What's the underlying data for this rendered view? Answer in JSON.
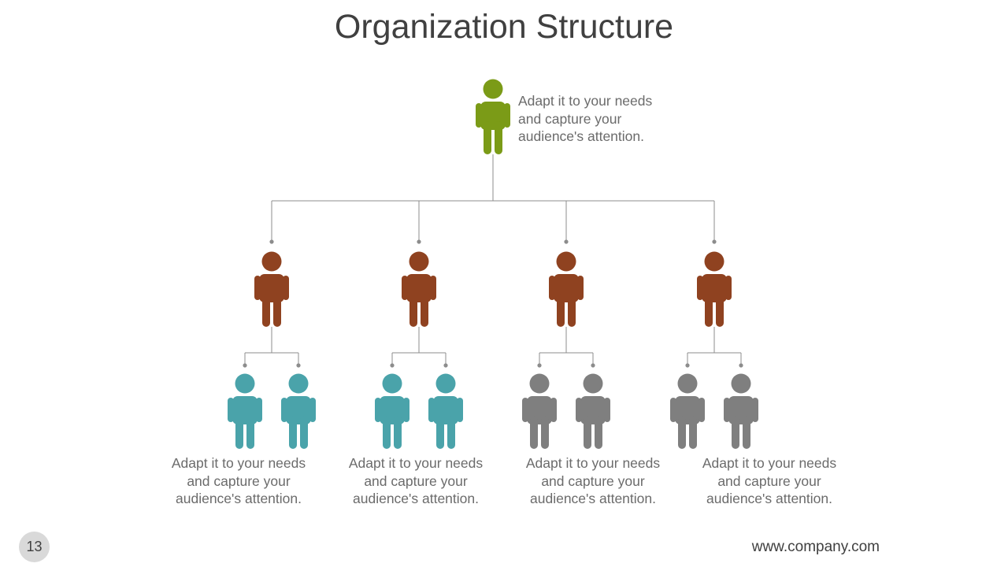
{
  "title": "Organization Structure",
  "colors": {
    "top": "#7b9b17",
    "middle": "#8f4220",
    "teal": "#4aa3aa",
    "gray": "#7f7f7f",
    "line": "#8c8c8c"
  },
  "icons": {
    "person": "person-icon"
  },
  "top_node": {
    "caption": [
      "Adapt it to your needs",
      "and capture your",
      "audience's attention."
    ]
  },
  "groups": [
    {
      "manager": "person-icon",
      "members": [
        "person-icon",
        "person-icon"
      ],
      "color": "teal",
      "caption": [
        "Adapt it to your needs",
        "and capture your",
        "audience's attention."
      ]
    },
    {
      "manager": "person-icon",
      "members": [
        "person-icon",
        "person-icon"
      ],
      "color": "teal",
      "caption": [
        "Adapt it to your needs",
        "and capture your",
        "audience's attention."
      ]
    },
    {
      "manager": "person-icon",
      "members": [
        "person-icon",
        "person-icon"
      ],
      "color": "gray",
      "caption": [
        "Adapt it to your needs",
        "and capture your",
        "audience's attention."
      ]
    },
    {
      "manager": "person-icon",
      "members": [
        "person-icon",
        "person-icon"
      ],
      "color": "gray",
      "caption": [
        "Adapt it to your needs",
        "and capture your",
        "audience's attention."
      ]
    }
  ],
  "page_number": "13",
  "footer_url": "www.company.com"
}
